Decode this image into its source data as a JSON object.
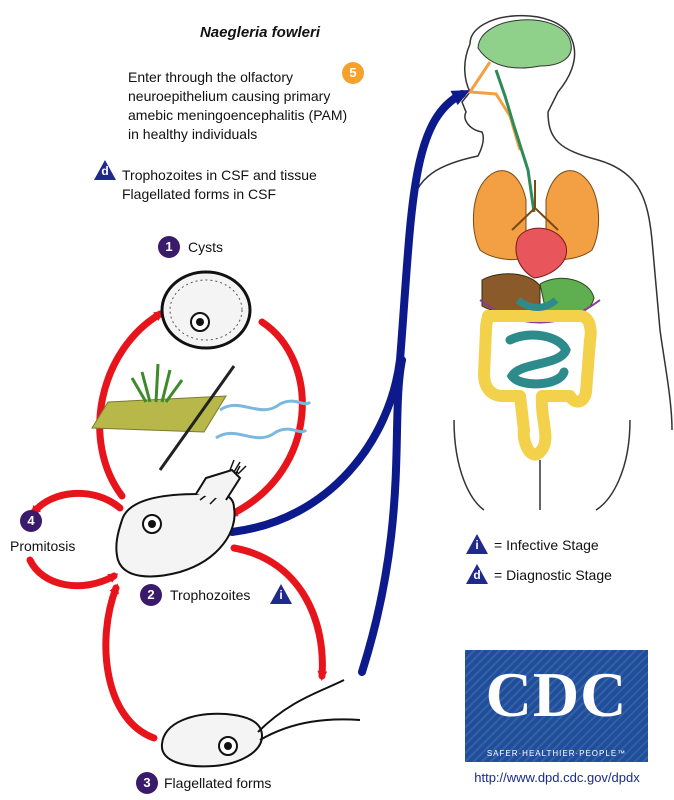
{
  "title": "Naegleria fowleri",
  "entry": {
    "step": "5",
    "lines": [
      "Enter through the olfactory",
      "neuroepithelium causing primary",
      "amebic meningoencephalitis (PAM)",
      "in healthy individuals"
    ]
  },
  "diagnostic_note": {
    "marker": "d",
    "lines": [
      "Trophozoites in CSF and tissue",
      "Flagellated forms in CSF"
    ]
  },
  "stages": {
    "cysts": {
      "number": "1",
      "label": "Cysts"
    },
    "trophozoites": {
      "number": "2",
      "label": "Trophozoites",
      "marker": "i"
    },
    "flagellated": {
      "number": "3",
      "label": "Flagellated forms"
    },
    "promitosis": {
      "number": "4",
      "label": "Promitosis"
    }
  },
  "legend": {
    "infective": {
      "marker": "i",
      "text": "= Infective Stage"
    },
    "diagnostic": {
      "marker": "d",
      "text": "= Diagnostic Stage"
    }
  },
  "logo": {
    "text": "CDC",
    "tagline": "SAFER·HEALTHIER·PEOPLE™"
  },
  "url": "http://www.dpd.cdc.gov/dpdx",
  "colors": {
    "cycle_arrow": "#e8141c",
    "transmission_arrow": "#0d1a8c",
    "step_circle": "#3a1a6b",
    "infective_orange": "#f5a12b",
    "brain": "#8fd08a",
    "lungs": "#f3a044",
    "heart": "#e8555a",
    "intestine": "#f3d14a",
    "small_intestine": "#2e8b8b",
    "logo_blue": "#1f4e9b"
  }
}
